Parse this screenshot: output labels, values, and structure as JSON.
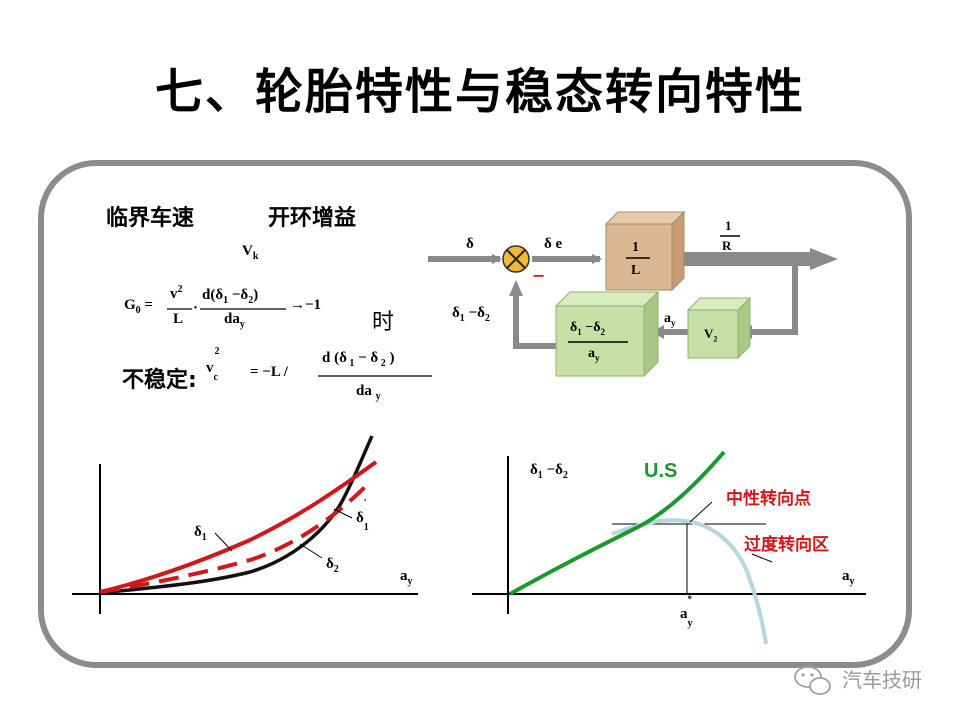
{
  "title": "七、轮胎特性与稳态转向特性",
  "top": {
    "critical_speed_label": "临界车速",
    "open_loop_gain_label": "开环增益",
    "vk": "Vk",
    "formula": {
      "g_lhs": "G",
      "g_sub": "0",
      "v2": "v",
      "L": "L",
      "num": "d(δ1 − δ2)",
      "den": "day",
      "arrow_rhs": "→−1"
    },
    "shi": "时",
    "unstable_label": "不稳定:",
    "unstable_formula": {
      "v": "v",
      "sub": "c",
      "sup": "2",
      "mid": "= −L /",
      "num": "d (δ1 − δ2 )",
      "den": "da y"
    }
  },
  "block_diagram": {
    "input": "δ",
    "error": "δ e",
    "minus": "−",
    "feedback_label": "δ1 − δ2",
    "box_L": {
      "num": "1",
      "den": "L"
    },
    "output": {
      "num": "1",
      "den": "R"
    },
    "box_tire": {
      "num": "δ1 − δ2",
      "den": "ay"
    },
    "ay_label": "ay",
    "box_v": "V2"
  },
  "left_graph": {
    "delta1": "δ1",
    "delta1_prime": "δ1'",
    "delta2": "δ2",
    "ay": "ay"
  },
  "right_graph": {
    "ylabel": "δ1 − δ2",
    "us": "U.S",
    "neutral": "中性转向点",
    "oversteer": "过度转向区",
    "ay": "ay",
    "ay_star": "ay*"
  },
  "watermark": "汽车技研",
  "colors": {
    "red": "#d01818",
    "green": "#1a9a2a",
    "light_blue": "#b6d8dc",
    "box_L": "#d9b894",
    "box_green": "#c6e0a6",
    "frame": "#8c8c8c",
    "arrow": "#8a8a8a",
    "summer": "#f2b733"
  }
}
